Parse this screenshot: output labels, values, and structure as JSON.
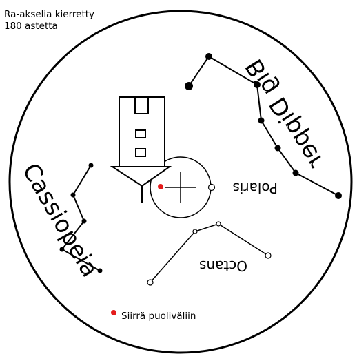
{
  "caption": {
    "line1": "Ra-akselia kierretty",
    "line2": "180 astetta"
  },
  "constellations": {
    "big_dipper": "Big Dipper",
    "cassiopeia": "Cassiopeia",
    "polaris": "Polaris",
    "octans": "Octans"
  },
  "note": "Siirrä puoliväliin",
  "colors": {
    "marker": "#e41b1b",
    "ink": "#000000"
  }
}
